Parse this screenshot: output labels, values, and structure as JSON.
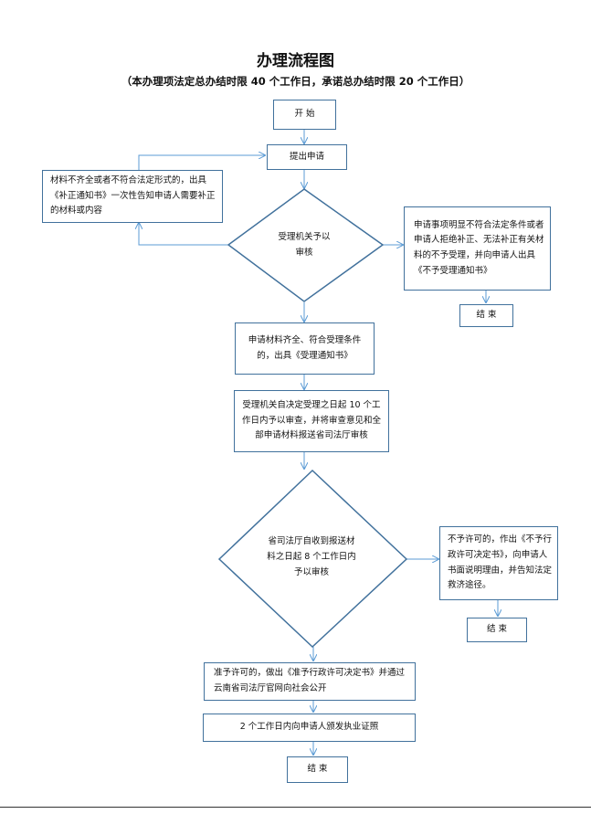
{
  "document": {
    "title": "办理流程图",
    "subtitle": "（本办理项法定总办结时限 40 个工作日，承诺总办结时限 20 个工作日）"
  },
  "flow": {
    "start": "开 始",
    "submit": "提出申请",
    "correction_notice": "材料不齐全或者不符合法定形式的，出具《补正通知书》一次性告知申请人需要补正的材料或内容",
    "accept_review_decision": "受理机关予以审核",
    "reject_condition": "申请事项明显不符合法定条件或者申请人拒绝补正、无法补正有关材料的不予受理，并向申请人出具《不予受理通知书》",
    "end_reject": "结 束",
    "accept_notice": "申请材料齐全、符合受理条件的，出具《受理通知书》",
    "review_submit": "受理机关自决定受理之日起 10 个工作日内予以审查，并将审查意见和全部申请材料报送省司法厅审核",
    "dept_review_decision": "省司法厅自收到报送材料之日起 8 个工作日内予以审核",
    "deny_permit": "不予许可的，作出《不予行政许可决定书》，向申请人书面说明理由，并告知法定救济途径。",
    "end_deny": "结 束",
    "grant_permit": "准予许可的，做出《准予行政许可决定书》并通过云南省司法厅官网向社会公开",
    "issue_certificate": "2 个工作日内向申请人颁发执业证照",
    "end_final": "结 束"
  },
  "colors": {
    "box_border": "#41719c",
    "arrow": "#5b9bd5"
  }
}
